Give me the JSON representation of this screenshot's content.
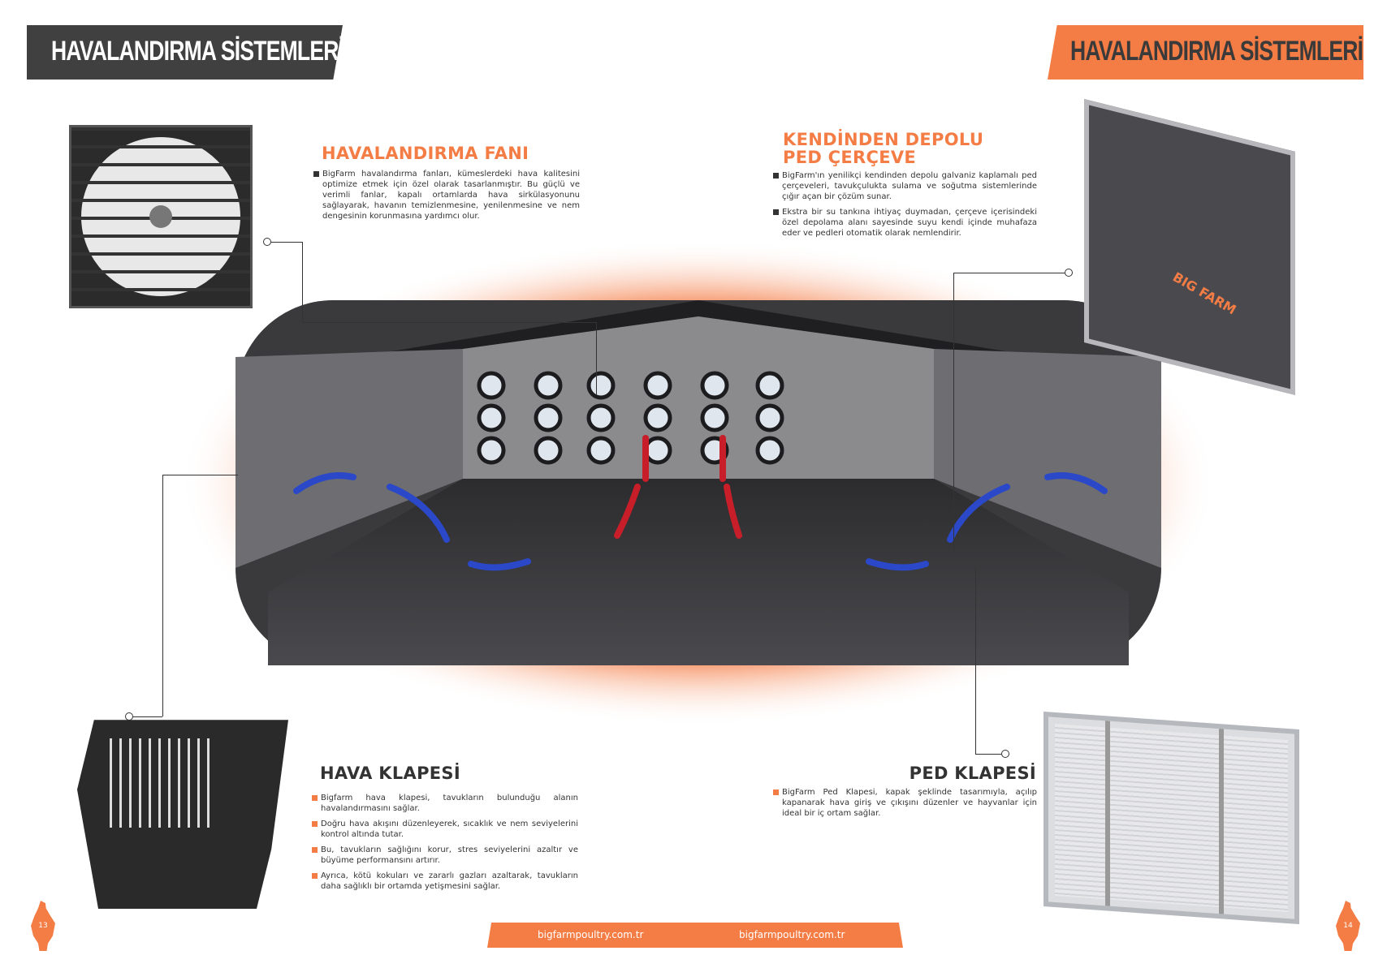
{
  "header": {
    "left_title": "HAVALANDIRMA SİSTEMLERİ",
    "right_title": "HAVALANDIRMA SİSTEMLERİ"
  },
  "fan": {
    "title": "HAVALANDIRMA FANI",
    "bullets": [
      "BigFarm havalandırma fanları, kümeslerdeki hava kalitesini optimize etmek için özel olarak tasarlanmıştır. Bu güçlü ve verimli fanlar, kapalı ortamlarda hava sirkülasyonunu sağlayarak, havanın temizlenmesine, yenilenmesine ve nem dengesinin korunmasına yardımcı olur."
    ]
  },
  "ped_frame": {
    "title_line1": "KENDİNDEN DEPOLU",
    "title_line2": "PED ÇERÇEVE",
    "bullets": [
      "BigFarm'ın yenilikçi kendinden depolu galvaniz kaplamalı ped çerçeveleri, tavukçulukta sulama ve soğutma sistemlerinde çığır açan bir çözüm sunar.",
      "Ekstra bir su tankına ihtiyaç duymadan, çerçeve içerisindeki özel depolama alanı sayesinde suyu kendi içinde muhafaza eder ve pedleri otomatik olarak nemlendirir."
    ],
    "logo": "BIG FARM"
  },
  "air_inlet": {
    "title": "HAVA KLAPESİ",
    "bullets": [
      "Bigfarm hava klapesi, tavukların bulunduğu alanın havalandırmasını sağlar.",
      "Doğru hava akışını düzenleyerek, sıcaklık ve nem seviyelerini kontrol altında tutar.",
      "Bu, tavukların sağlığını korur, stres seviyelerini azaltır ve büyüme performansını artırır.",
      "Ayrıca, kötü kokuları ve zararlı gazları azaltarak, tavukların daha sağlıklı bir ortamda yetişmesini sağlar."
    ]
  },
  "pad_inlet": {
    "title": "PED KLAPESİ",
    "bullets": [
      "BigFarm Ped Klapesi, kapak şeklinde tasarımıyla, açılıp kapanarak hava giriş ve çıkışını düzenler ve hayvanlar için ideal bir iç ortam sağlar."
    ]
  },
  "footer": {
    "left_url": "bigfarmpoultry.com.tr",
    "right_url": "bigfarmpoultry.com.tr",
    "page_left": "13",
    "page_right": "14"
  },
  "colors": {
    "accent": "#f47c45",
    "dark": "#404040"
  }
}
